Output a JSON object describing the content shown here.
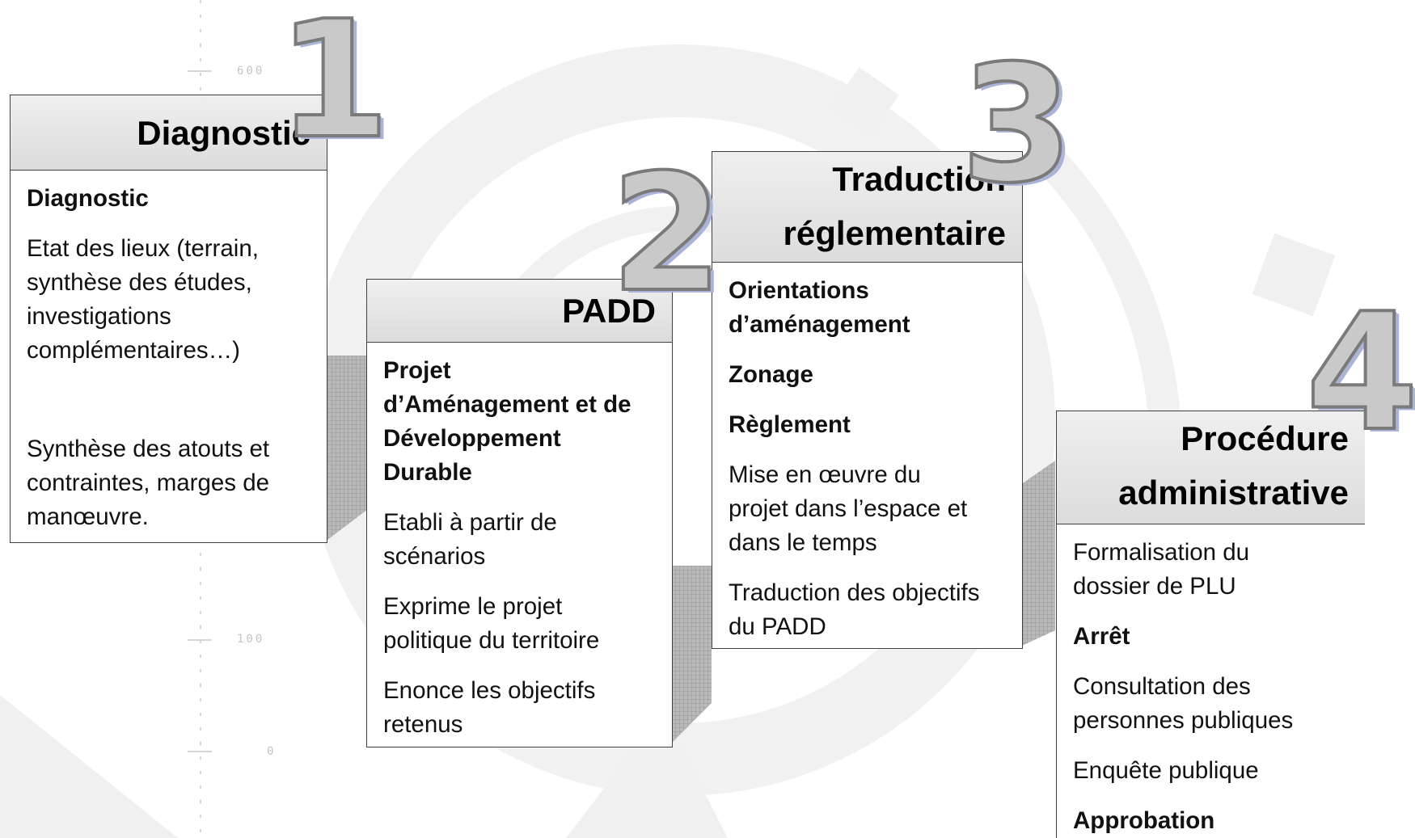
{
  "steps": [
    {
      "number": "1",
      "title_lines": [
        "Diagnostic"
      ],
      "items": [
        {
          "text": "Diagnostic",
          "bold": true
        },
        {
          "text": "Etat des lieux (terrain,\nsynthèse des études,\ninvestigations\ncomplémentaires…)",
          "bold": false
        },
        {
          "text": "Synthèse des atouts et\ncontraintes, marges de\nmanœuvre.",
          "bold": false
        }
      ]
    },
    {
      "number": "2",
      "title_lines": [
        "PADD"
      ],
      "items": [
        {
          "text": "Projet\nd’Aménagement et de\nDéveloppement\nDurable",
          "bold": true
        },
        {
          "text": "Etabli à partir de\nscénarios",
          "bold": false
        },
        {
          "text": "Exprime le projet\npolitique du territoire",
          "bold": false
        },
        {
          "text": "Enonce les objectifs\nretenus",
          "bold": false
        }
      ]
    },
    {
      "number": "3",
      "title_lines": [
        "Traduction",
        "réglementaire"
      ],
      "items": [
        {
          "text": "Orientations\nd’aménagement",
          "bold": true
        },
        {
          "text": "Zonage",
          "bold": true
        },
        {
          "text": "Règlement",
          "bold": true
        },
        {
          "text": "Mise en œuvre du\nprojet dans l’espace et\ndans le temps",
          "bold": false
        },
        {
          "text": "Traduction des objectifs\ndu PADD",
          "bold": false
        }
      ]
    },
    {
      "number": "4",
      "title_lines": [
        "Procédure",
        "administrative"
      ],
      "items": [
        {
          "text": "Formalisation du\ndossier de PLU",
          "bold": false
        },
        {
          "text": "Arrêt",
          "bold": true
        },
        {
          "text": "Consultation des\npersonnes publiques",
          "bold": false
        },
        {
          "text": "Enquête publique",
          "bold": false
        },
        {
          "text": "Approbation",
          "bold": true
        }
      ]
    }
  ],
  "ruler_labels": [
    "600",
    "100",
    "0"
  ],
  "colors": {
    "header_fill": "#e2e2e2",
    "border": "#404040",
    "number_fill": "#c9c9c9",
    "number_shadow": "#aab3d8",
    "stair": "#9a9a9a"
  }
}
